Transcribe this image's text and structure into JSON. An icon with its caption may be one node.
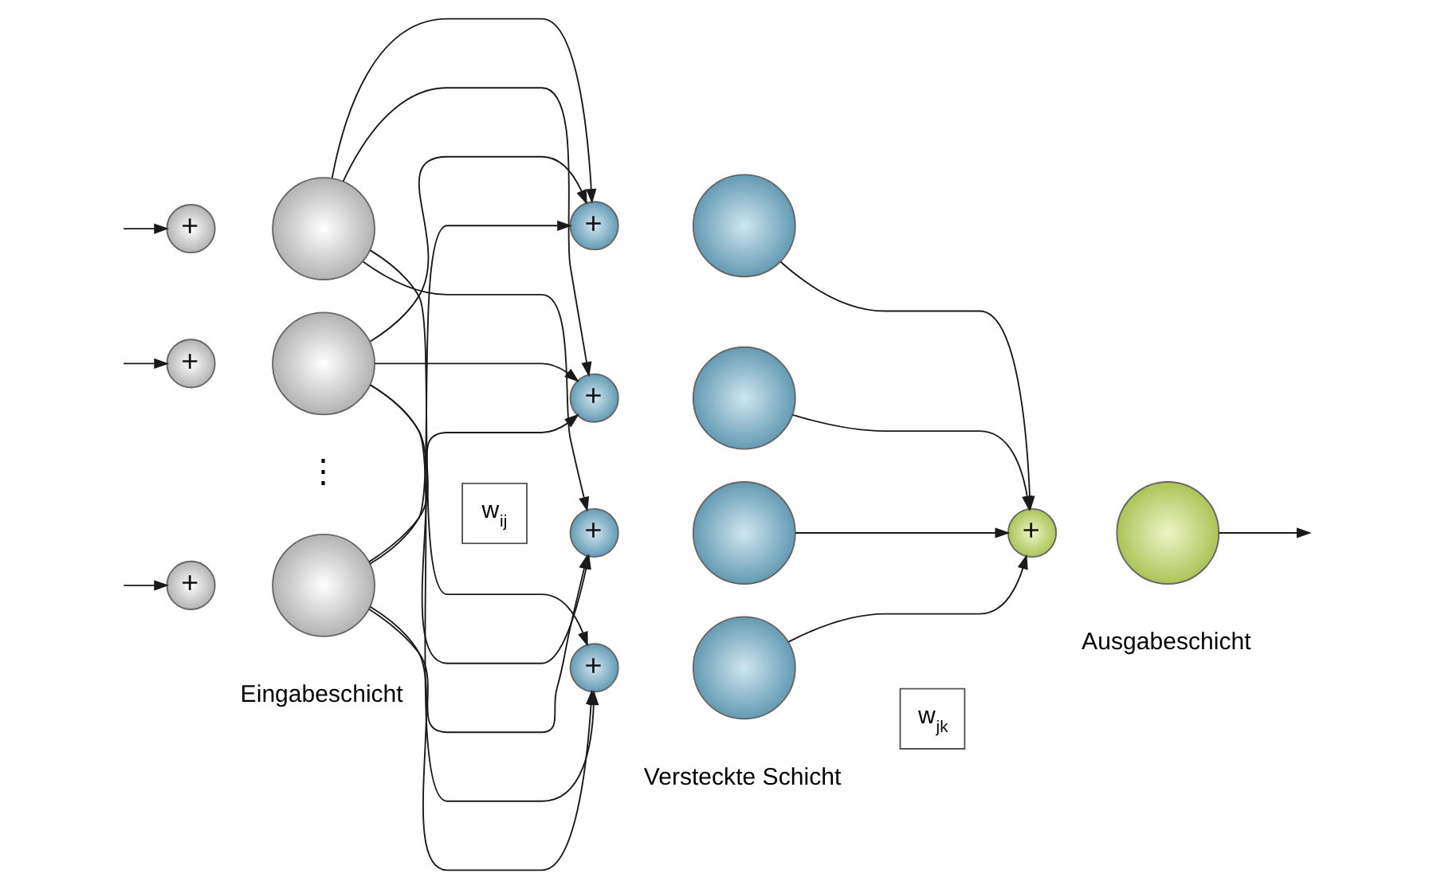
{
  "diagram": {
    "nodes": [
      {
        "text": [
          "+"
        ]
      },
      {
        "text": [],
        "shape": "circle"
      },
      {
        "text": [
          "+"
        ]
      },
      {
        "text": [],
        "shape": "circle"
      },
      {
        "text": [
          "+"
        ]
      },
      {
        "text": [],
        "shape": "circle"
      },
      {
        "text": [
          "w$_{ij}$"
        ]
      },
      {
        "text": [
          "+"
        ]
      },
      {
        "text": [],
        "shape": "circle"
      },
      {
        "text": [
          "+"
        ]
      },
      {
        "text": [],
        "shape": "circle"
      },
      {
        "text": [
          "+"
        ]
      },
      {
        "text": [],
        "shape": "circle"
      },
      {
        "text": [
          "+"
        ]
      },
      {
        "text": [],
        "shape": "circle"
      },
      {
        "text": [
          "w$_{jk}$"
        ]
      },
      {
        "text": [
          "+"
        ]
      },
      {
        "text": [],
        "shape": "circle"
      }
    ],
    "edges": [
      {
        "from": null,
        "to": 0,
        "arrow": "to"
      },
      {
        "from": null,
        "to": 2,
        "arrow": "to"
      },
      {
        "from": null,
        "to": 4,
        "arrow": "to"
      },
      {
        "from": 1,
        "to": 7,
        "arrow": "to"
      },
      {
        "from": 1,
        "to": 9,
        "arrow": "to"
      },
      {
        "from": 1,
        "to": 11,
        "arrow": "to"
      },
      {
        "from": 1,
        "to": 13,
        "arrow": "to"
      },
      {
        "from": 3,
        "to": 7,
        "arrow": "to"
      },
      {
        "from": 3,
        "to": 9,
        "arrow": "to"
      },
      {
        "from": 3,
        "to": 11,
        "arrow": "to"
      },
      {
        "from": 3,
        "to": 13,
        "arrow": "to"
      },
      {
        "from": 5,
        "to": 7,
        "arrow": "to"
      },
      {
        "from": 5,
        "to": 9,
        "arrow": "to"
      },
      {
        "from": 5,
        "to": 11,
        "arrow": "to"
      },
      {
        "from": 5,
        "to": 13,
        "arrow": "to"
      },
      {
        "from": 8,
        "to": 16,
        "arrow": "to"
      },
      {
        "from": 10,
        "to": 16,
        "arrow": "to"
      },
      {
        "from": 12,
        "to": 16,
        "arrow": "to"
      },
      {
        "from": 14,
        "to": 16,
        "arrow": "to"
      },
      {
        "from": 17,
        "to": null,
        "arrow": "to"
      }
    ],
    "labels": [
      "⋮",
      "Eingabeschicht",
      "Versteckte Schicht",
      "Ausgabeschicht"
    ]
  }
}
